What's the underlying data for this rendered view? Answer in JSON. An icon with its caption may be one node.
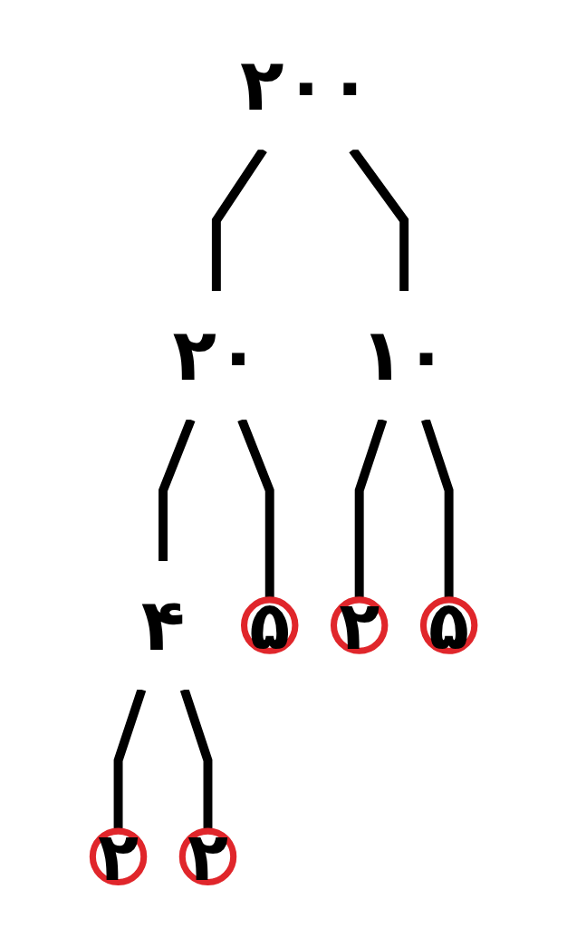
{
  "diagram": {
    "nodes": [
      {
        "text": [
          "۲۰۰"
        ]
      },
      {
        "text": [
          "۲۰"
        ]
      },
      {
        "text": [
          "۱۰"
        ]
      },
      {
        "text": [
          "۴"
        ]
      },
      {
        "text": [
          "۵"
        ]
      },
      {
        "text": [
          "۲"
        ]
      },
      {
        "text": [
          "۵"
        ]
      },
      {
        "text": [
          "۲"
        ]
      },
      {
        "text": [
          "۲"
        ]
      }
    ],
    "edges": [
      {
        "from": 0,
        "to": 1,
        "arrow": "none"
      },
      {
        "from": 0,
        "to": 2,
        "arrow": "none"
      },
      {
        "from": 1,
        "to": 3,
        "arrow": "none"
      },
      {
        "from": 1,
        "to": 4,
        "arrow": "none"
      },
      {
        "from": 2,
        "to": 5,
        "arrow": "none"
      },
      {
        "from": 2,
        "to": 6,
        "arrow": "none"
      },
      {
        "from": 3,
        "to": 7,
        "arrow": "none"
      },
      {
        "from": 3,
        "to": 8,
        "arrow": "none"
      }
    ]
  }
}
